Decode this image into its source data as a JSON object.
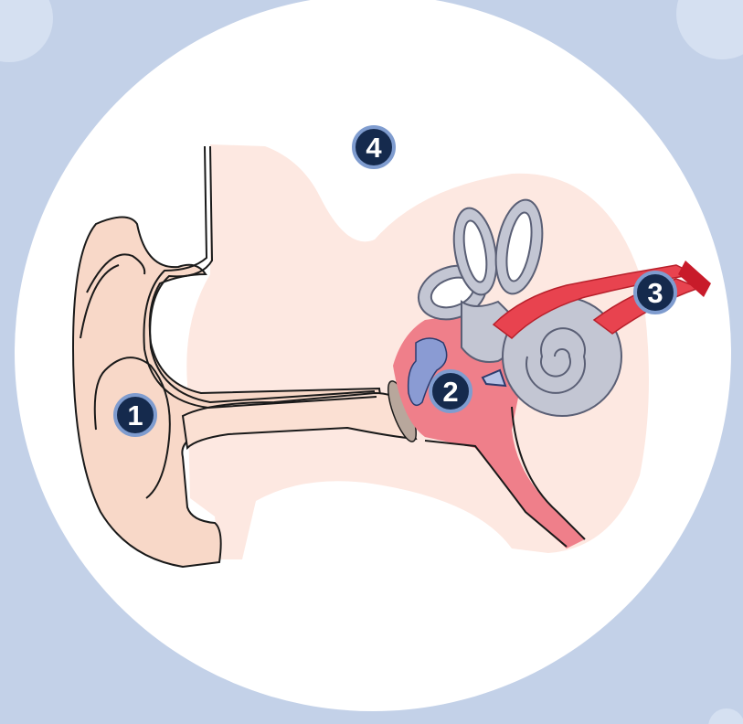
{
  "markers": [
    {
      "id": "outer-ear",
      "label": "1"
    },
    {
      "id": "middle-ear",
      "label": "2"
    },
    {
      "id": "auditory-nerve",
      "label": "3"
    },
    {
      "id": "skull-region",
      "label": "4"
    }
  ],
  "colors": {
    "background": "#c3d1e8",
    "circle": "#ffffff",
    "skin": "#f8d8c8",
    "tissue": "#fde8e1",
    "middle_ear": "#ef7f8a",
    "ossicles": "#8a9bd3",
    "inner_ear": "#c3c6d3",
    "nerve": "#e8434f",
    "eardrum": "#b8a79c",
    "marker_fill": "#152a4d",
    "marker_ring": "#7f9ccf"
  }
}
